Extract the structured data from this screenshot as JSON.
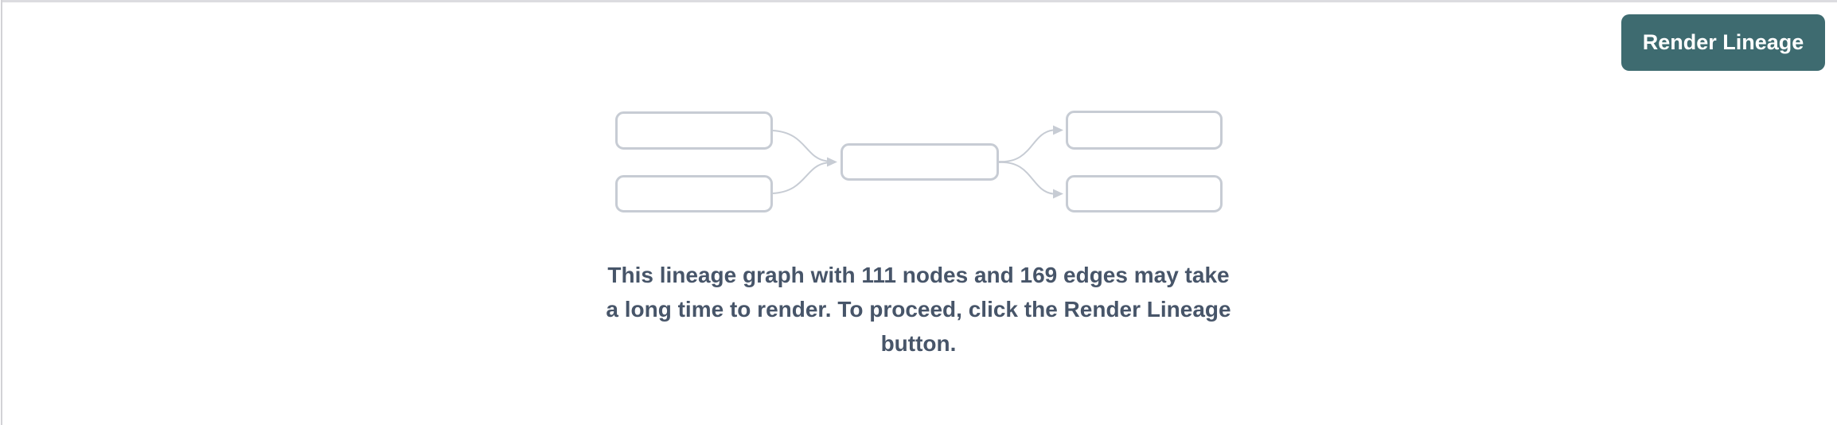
{
  "colors": {
    "accent_teal": "#3e6b70",
    "button_text": "#ffffff",
    "message_text": "#475569",
    "diagram_gray": "#c7ccd4",
    "panel_border": "#dcdce0",
    "panel_border_left": "#d2d2d6"
  },
  "toolbar": {
    "render_button_label": "Render Lineage"
  },
  "placeholder": {
    "message_lines": [
      "This lineage graph with 111 nodes and 169 edges may take",
      "a long time to render. To proceed, click the Render Lineage",
      "button."
    ],
    "message_full": "This lineage graph with 111 nodes and 169 edges may take a long time to render. To proceed, click the Render Lineage button.",
    "node_count": "111",
    "edge_count": "169"
  }
}
